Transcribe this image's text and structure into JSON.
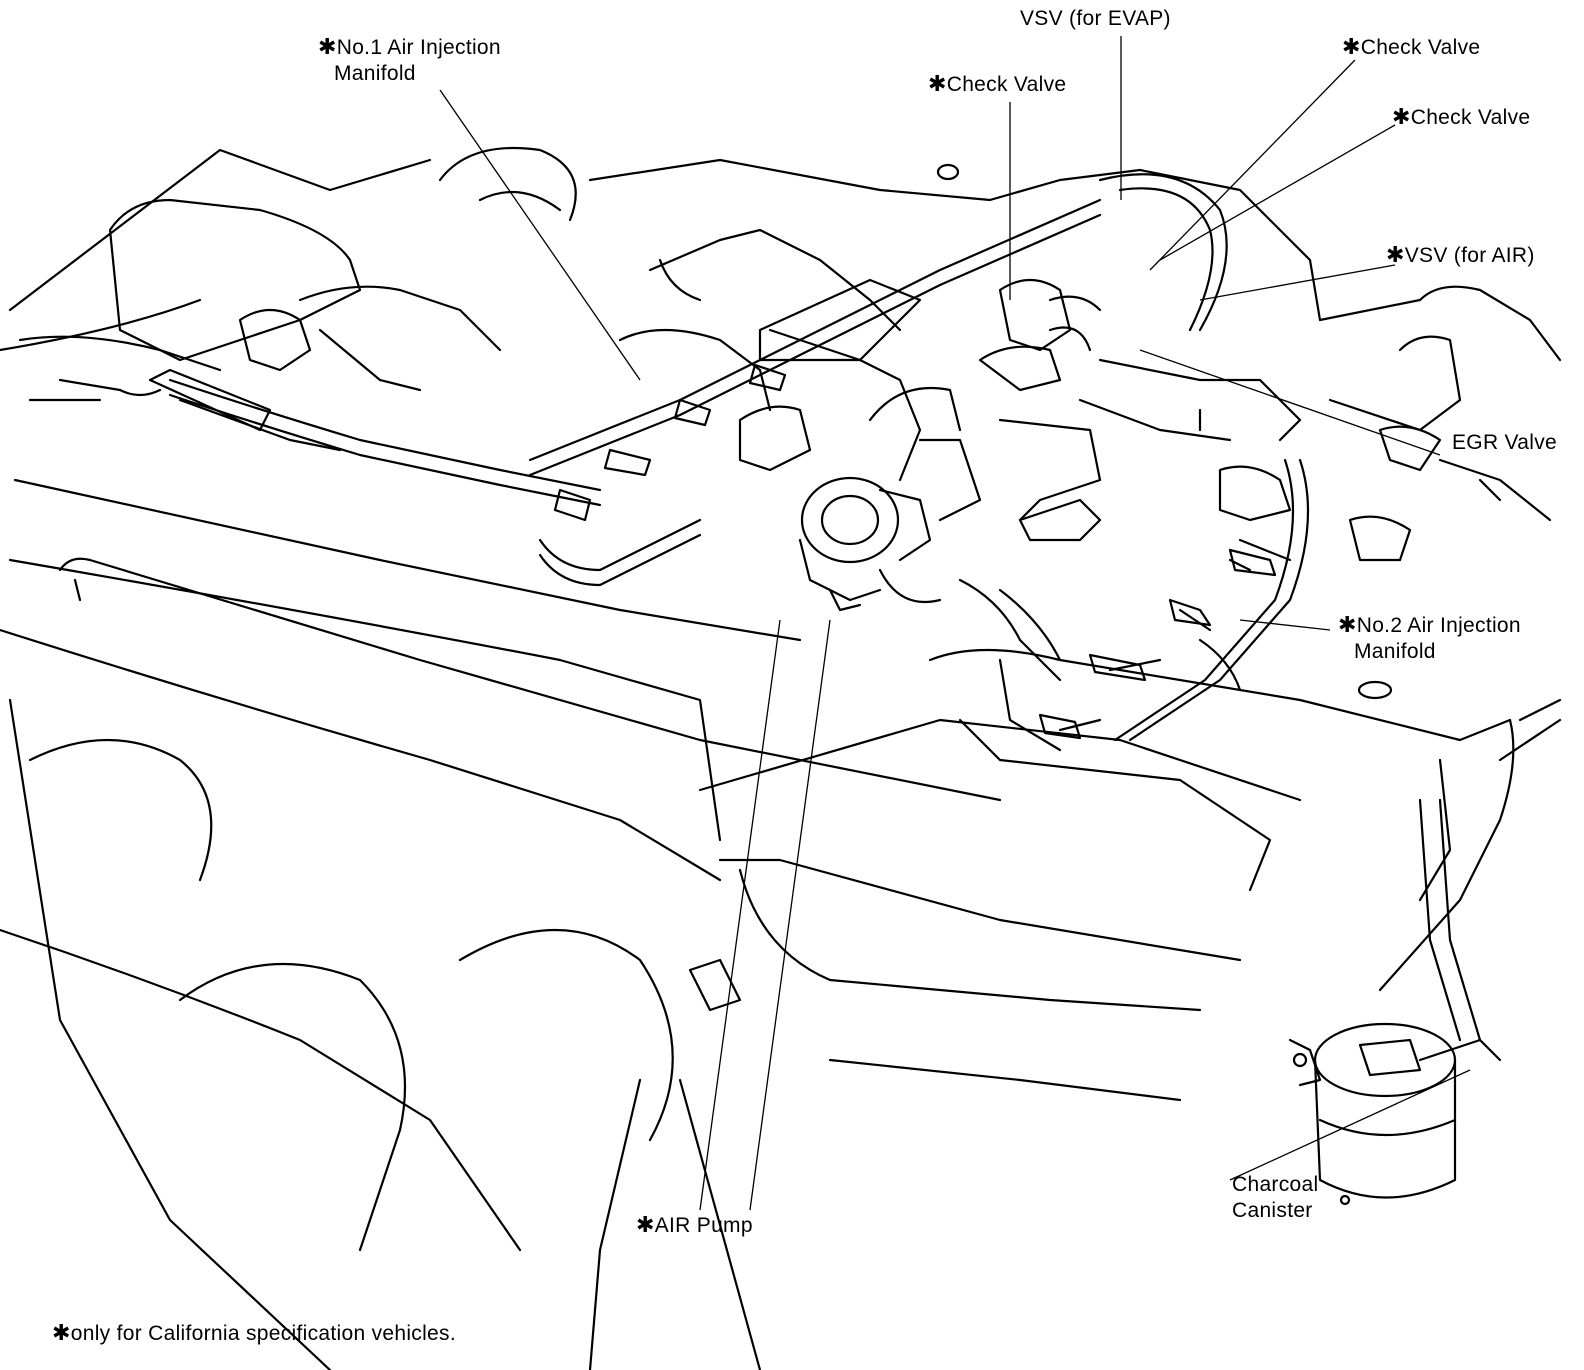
{
  "labels": {
    "vsv_evap": "VSV (for EVAP)",
    "check_valve_top_right": "Check Valve",
    "check_valve_center": "Check Valve",
    "check_valve_right": "Check Valve",
    "vsv_air": "VSV (for AIR)",
    "no1_air_injection_line1": "No.1 Air Injection",
    "no1_air_injection_line2": "Manifold",
    "egr_valve": "EGR Valve",
    "no2_air_injection_line1": "No.2 Air Injection",
    "no2_air_injection_line2": "Manifold",
    "air_pump": "AIR Pump",
    "charcoal_line1": "Charcoal",
    "charcoal_line2": "Canister"
  },
  "marker": "✱",
  "footnote": "only for California specification vehicles."
}
